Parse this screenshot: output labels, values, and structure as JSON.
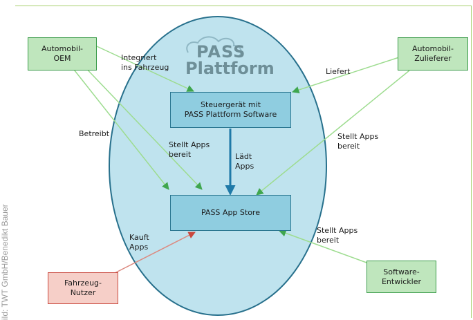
{
  "credit": "ild: TWT GmbH/Benedikt Bauer",
  "logo": {
    "line1": "PASS",
    "line2": "Plattform"
  },
  "nodes": {
    "oem": "Automobil-\nOEM",
    "supplier": "Automobil-\nZulieferer",
    "ecu": "Steuergerät mit\nPASS Plattform Software",
    "store": "PASS App Store",
    "user": "Fahrzeug-\nNutzer",
    "dev": "Software-\nEntwickler"
  },
  "edges": {
    "integrates": "Integriert\nins Fahrzeug",
    "delivers": "Liefert",
    "operates": "Betreibt",
    "oem_apps": "Stellt Apps\nbereit",
    "loads": "Lädt\nApps",
    "supplier_apps": "Stellt Apps\nbereit",
    "buys": "Kauft\nApps",
    "dev_apps": "Stellt Apps\nbereit"
  },
  "colors": {
    "ellipse": "#bfe3ee",
    "ellipse_border": "#27708c",
    "green_line": "#9ddc8f",
    "red_line": "#dc8a80",
    "blue_line": "#2a87b0"
  }
}
